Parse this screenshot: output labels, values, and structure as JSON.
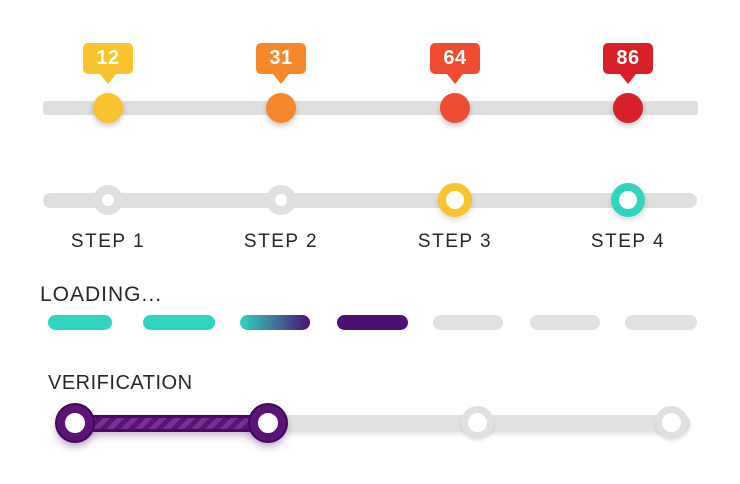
{
  "palette": {
    "yellow": "#F8C32C",
    "orange": "#F6882B",
    "vermilion": "#EF4B31",
    "red": "#D92028",
    "teal": "#2FD5C1",
    "purple": "#4E1173",
    "purple_hatch_light": "#7C2E96",
    "purple_hatch_dark": "#541670",
    "purple_ring": "#5C1377",
    "track_gray": "#DFDFDF",
    "text": "#2B2528",
    "tooltip_text": "#FFFFFF"
  },
  "tooltip_slider": {
    "markers": [
      {
        "value": "12",
        "color": "#F8C32C"
      },
      {
        "value": "31",
        "color": "#F6882B"
      },
      {
        "value": "64",
        "color": "#EF4B31"
      },
      {
        "value": "86",
        "color": "#D92028"
      }
    ]
  },
  "stepper": {
    "steps": [
      {
        "label": "STEP 1",
        "state": "default",
        "ring_color": "#DFDFDF"
      },
      {
        "label": "STEP 2",
        "state": "default",
        "ring_color": "#DFDFDF"
      },
      {
        "label": "STEP 3",
        "state": "highlighted",
        "ring_color": "#F8C32C"
      },
      {
        "label": "STEP 4",
        "state": "highlighted",
        "ring_color": "#2FD5C1"
      }
    ]
  },
  "loading": {
    "label": "LOADING...",
    "segments": [
      {
        "style": "teal"
      },
      {
        "style": "teal"
      },
      {
        "style": "teal-to-purple-gradient"
      },
      {
        "style": "purple"
      },
      {
        "style": "gray"
      },
      {
        "style": "gray"
      },
      {
        "style": "gray"
      }
    ]
  },
  "verification": {
    "label": "VERIFICATION",
    "nodes": [
      {
        "state": "complete"
      },
      {
        "state": "complete"
      },
      {
        "state": "pending"
      },
      {
        "state": "pending"
      }
    ],
    "completed_segment_style": "hatched-purple"
  }
}
